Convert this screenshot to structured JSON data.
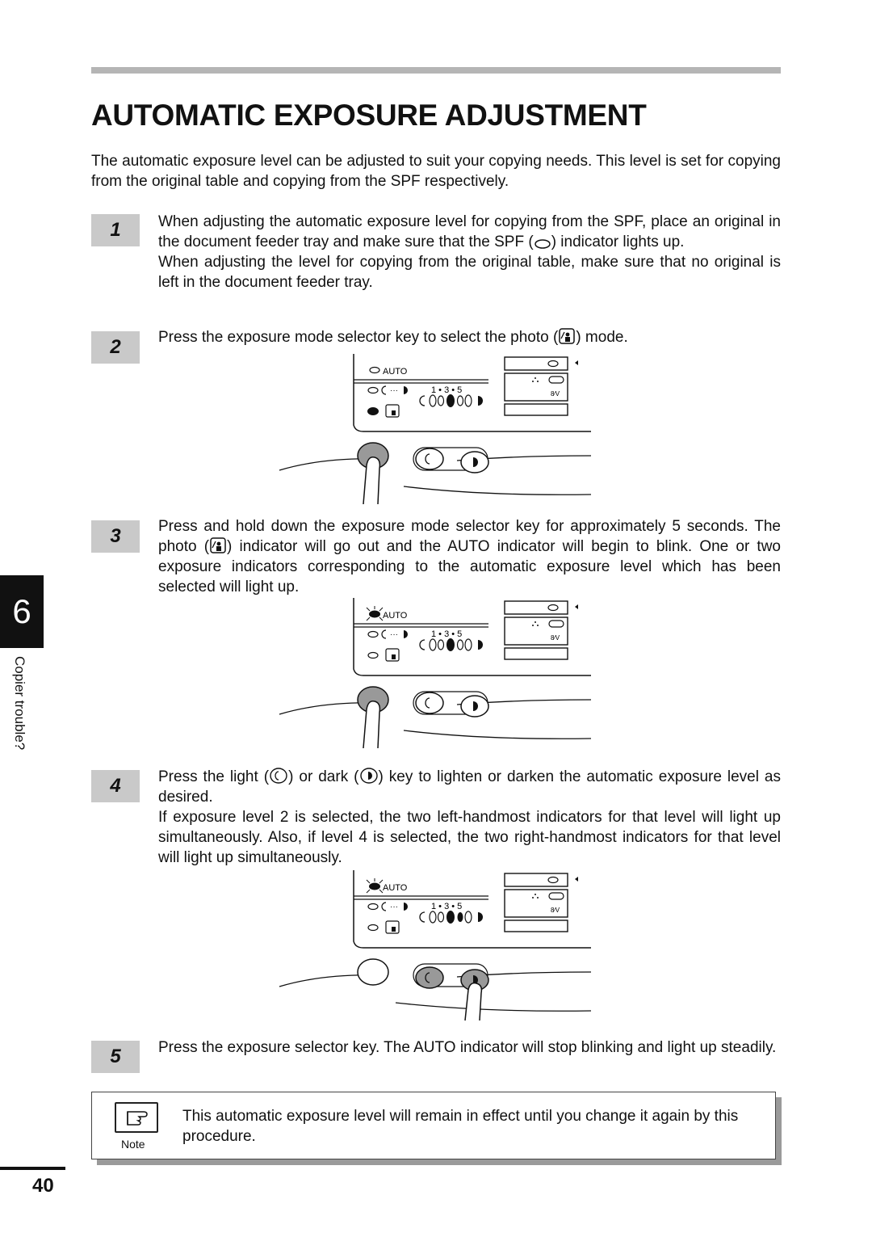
{
  "page": {
    "title": "AUTOMATIC EXPOSURE ADJUSTMENT",
    "intro": "The automatic exposure level can be adjusted to suit your copying needs. This level is set for copying from the original table and copying from the SPF respectively.",
    "chapter_number": "6",
    "chapter_label": "Copier trouble?",
    "page_number": "40"
  },
  "steps": [
    {
      "number": "1",
      "text_a": "When adjusting the automatic exposure level for copying from the SPF, place an original in the document feeder tray and make sure that the SPF (",
      "text_b": ") indicator lights up.",
      "text_c": "When adjusting the level for copying from the original table, make sure that no original is left in the document feeder tray."
    },
    {
      "number": "2",
      "text_a": "Press the exposure mode selector key to select the photo (",
      "text_b": ") mode."
    },
    {
      "number": "3",
      "text_a": "Press and hold down the exposure mode selector key for approximately 5 seconds. The photo (",
      "text_b": ") indicator will go out and the AUTO indicator will begin to blink. One or two exposure indicators corresponding to the automatic exposure level which has been selected will light up."
    },
    {
      "number": "4",
      "text_a": "Press the light (",
      "text_b": ") or dark (",
      "text_c": ") key to lighten or darken the automatic exposure level as desired.",
      "text_d": "If exposure level 2 is selected, the two left-handmost indicators for that level will light up simultaneously. Also, if level 4 is selected, the two right-handmost indicators for that level will light up simultaneously."
    },
    {
      "number": "5",
      "text_a": "Press the exposure selector key. The AUTO indicator will stop blinking and light up steadily."
    }
  ],
  "panel_labels": {
    "auto": "AUTO",
    "scale": "1 • 3 • 5"
  },
  "note": {
    "label": "Note",
    "text": "This automatic exposure level will remain in effect until you change it again by this procedure."
  }
}
